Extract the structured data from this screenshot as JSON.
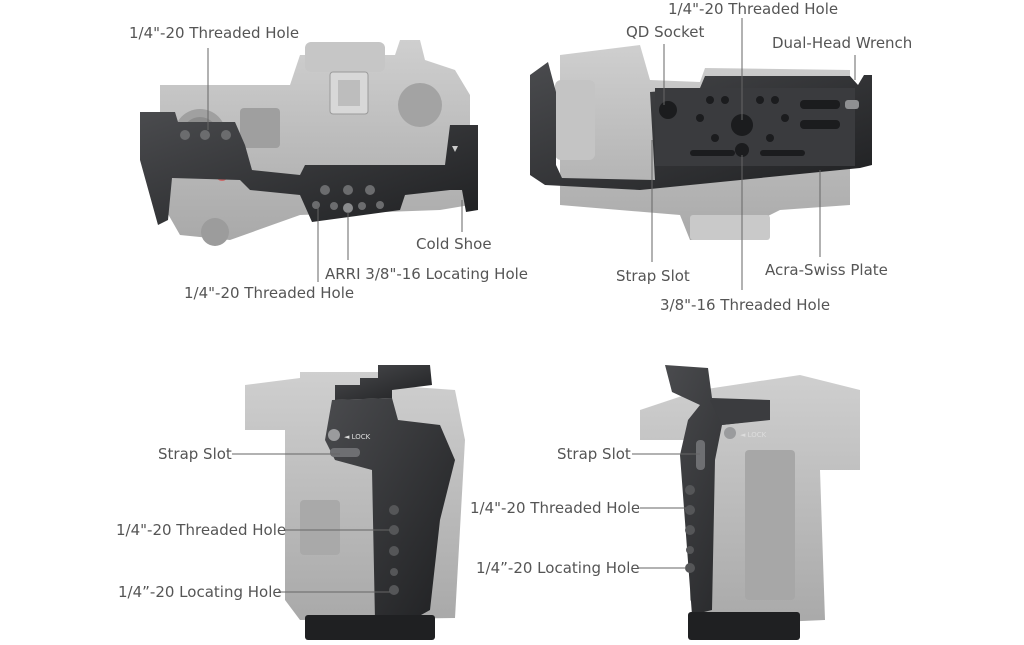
{
  "colors": {
    "label": "#555555",
    "leader": "#666666",
    "camera": "#b9b9b9",
    "cage": "#2e2f31"
  },
  "views": {
    "top": {
      "threaded_hole_top": "1/4\"-20 Threaded Hole",
      "cold_shoe": "Cold Shoe",
      "arri_hole": "ARRI 3/8\"-16 Locating Hole",
      "threaded_hole_bottom": "1/4\"-20 Threaded Hole"
    },
    "bottom": {
      "threaded_hole_top": "1/4\"-20 Threaded Hole",
      "qd_socket": "QD Socket",
      "wrench": "Dual-Head Wrench",
      "strap_slot": "Strap Slot",
      "acra_plate": "Acra-Swiss Plate",
      "threaded_hole_38": "3/8\"-16 Threaded Hole"
    },
    "left": {
      "strap_slot": "Strap Slot",
      "threaded_hole": "1/4\"-20 Threaded Hole",
      "locating_hole": "1/4”-20 Locating Hole"
    },
    "right": {
      "strap_slot": "Strap Slot",
      "threaded_hole": "1/4\"-20 Threaded Hole",
      "locating_hole": "1/4”-20 Locating Hole"
    }
  },
  "icons": [
    "camera-top-view-illustration",
    "camera-bottom-view-illustration",
    "camera-left-side-illustration",
    "camera-right-side-illustration"
  ]
}
